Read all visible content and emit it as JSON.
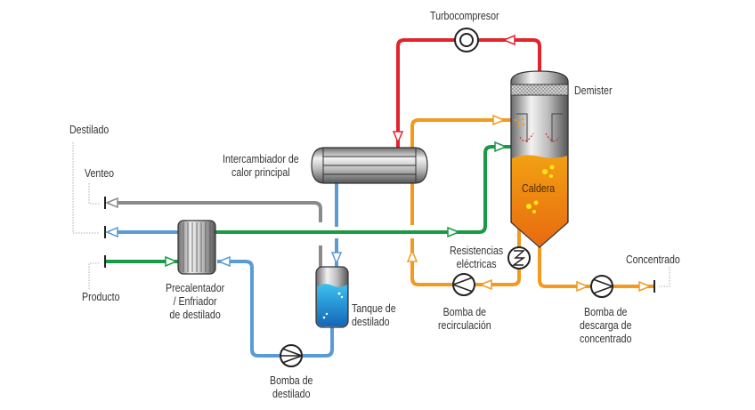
{
  "labels": {
    "turbocompresor": "Turbocompresor",
    "demister": "Demister",
    "caldera": "Caldera",
    "destilado": "Destilado",
    "venteo": "Venteo",
    "producto": "Producto",
    "intercambiador_1": "Intercambiador de",
    "intercambiador_2": "calor  principal",
    "precalentador_1": "Precalentador",
    "precalentador_2": "/ Enfriador",
    "precalentador_3": "de destilado",
    "tanque_1": "Tanque de",
    "tanque_2": "destilado",
    "bomba_destilado_1": "Bomba de",
    "bomba_destilado_2": "destilado",
    "resistencias_1": "Resistencias",
    "resistencias_2": "eléctricas",
    "bomba_recirculacion_1": "Bomba de",
    "bomba_recirculacion_2": "recirculación",
    "concentrado": "Concentrado",
    "bomba_descarga_1": "Bomba de",
    "bomba_descarga_2": "descarga de",
    "bomba_descarga_3": "concentrado"
  },
  "colors": {
    "vapor": "#e3232c",
    "recirculation": "#f39a1e",
    "product": "#1a9a45",
    "distillate": "#5b9bd5",
    "vent": "#8a8a8a",
    "liquid": "#f0a010",
    "tank_water": "#29a8e0"
  }
}
